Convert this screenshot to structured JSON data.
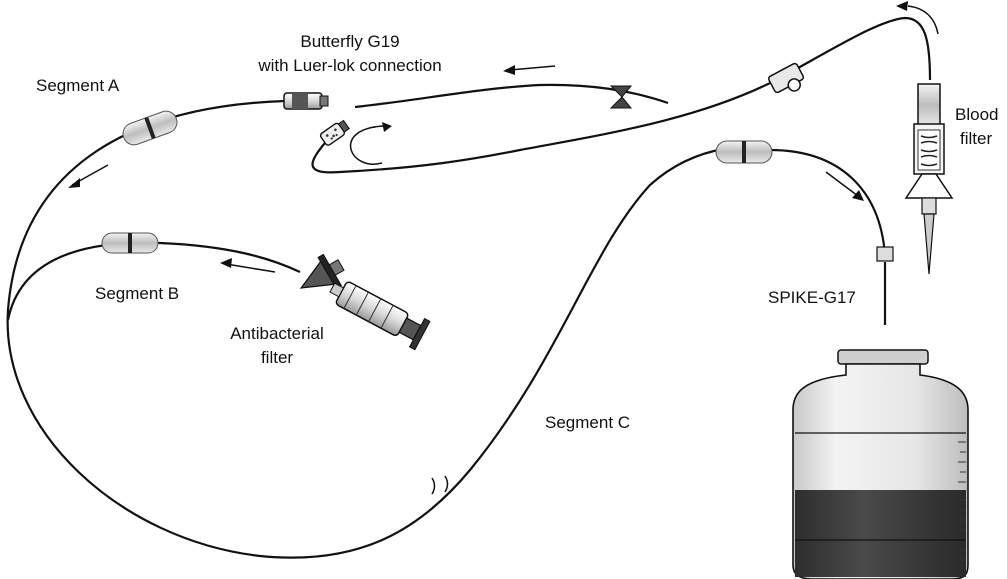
{
  "labels": {
    "segment_a": "Segment A",
    "segment_b": "Segment B",
    "segment_c": "Segment C",
    "butterfly_line1": "Butterfly G19",
    "butterfly_line2": "with Luer-lok connection",
    "blood_filter_line1": "Blood",
    "blood_filter_line2": "filter",
    "antibacterial_line1": "Antibacterial",
    "antibacterial_line2": "filter",
    "spike": "SPIKE-G17"
  },
  "colors": {
    "line": "#111111",
    "liquid_dark": "#3a3a3a",
    "liquid_light": "#f2f2f2",
    "bottle_shade": "#cfcfcf"
  }
}
